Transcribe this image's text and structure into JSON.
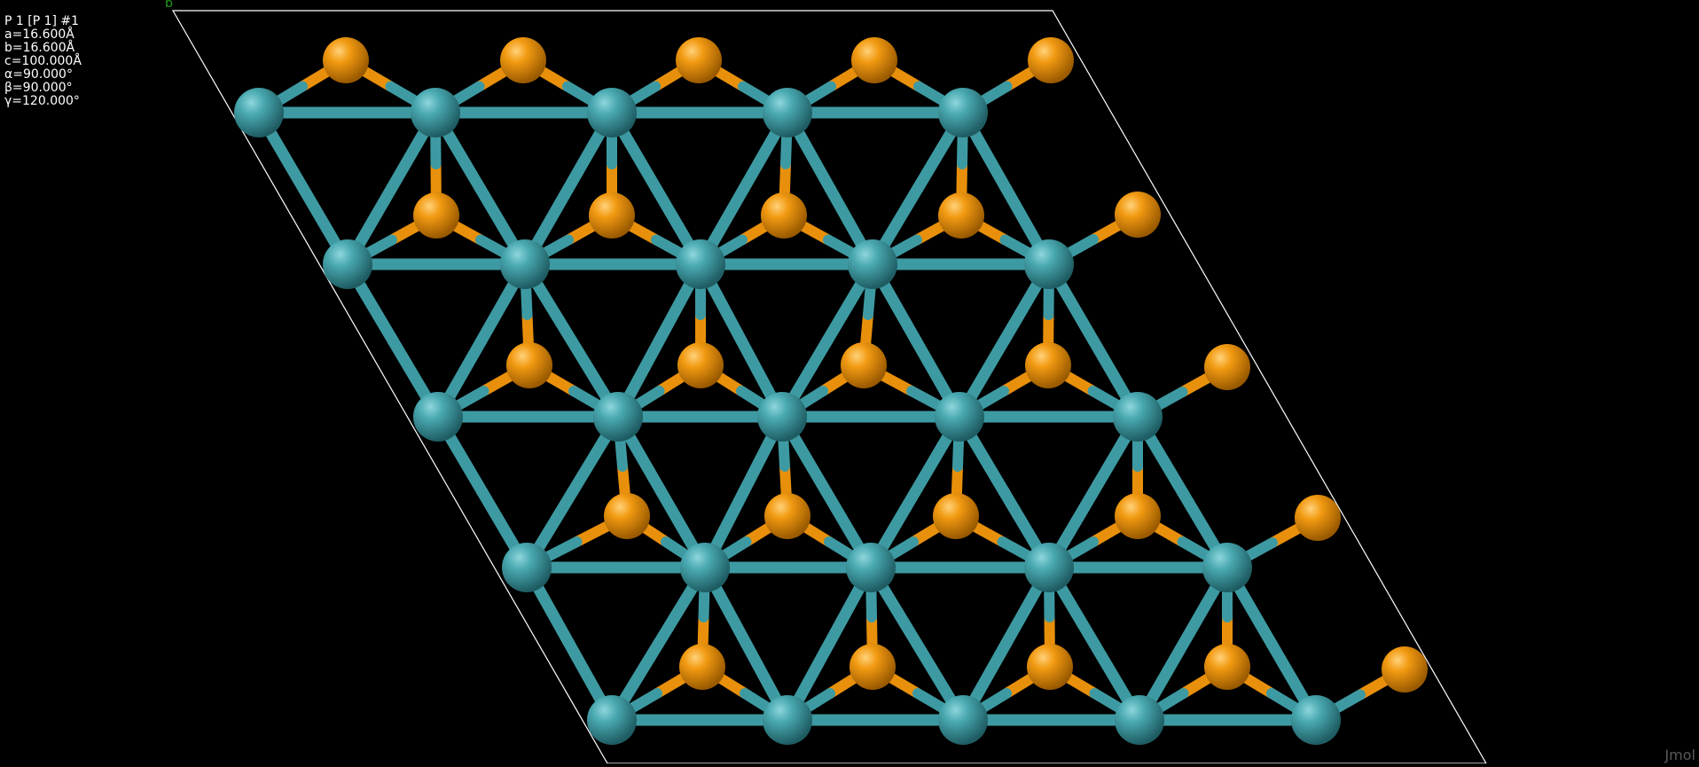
{
  "app": {
    "watermark": "Jmol"
  },
  "unitcell_info": {
    "space_group": "P 1 [P 1] #1",
    "a": "a=16.600Å",
    "b": "b=16.600Å",
    "c": "c=100.000Å",
    "alpha": "α=90.000°",
    "beta": "β=90.000°",
    "gamma": "γ=120.000°"
  },
  "axis_label": "b",
  "colors": {
    "background": "#000000",
    "metal_atom": "#3e9aa2",
    "ligand_atom": "#e8900c",
    "cell_edge": "#ffffff",
    "axis_b": "#1e9e1e"
  },
  "structure": {
    "metal_element_color": "teal",
    "ligand_element_color": "orange",
    "metal_rows": 5,
    "metal_cols": 5,
    "ligand_count": 25
  }
}
